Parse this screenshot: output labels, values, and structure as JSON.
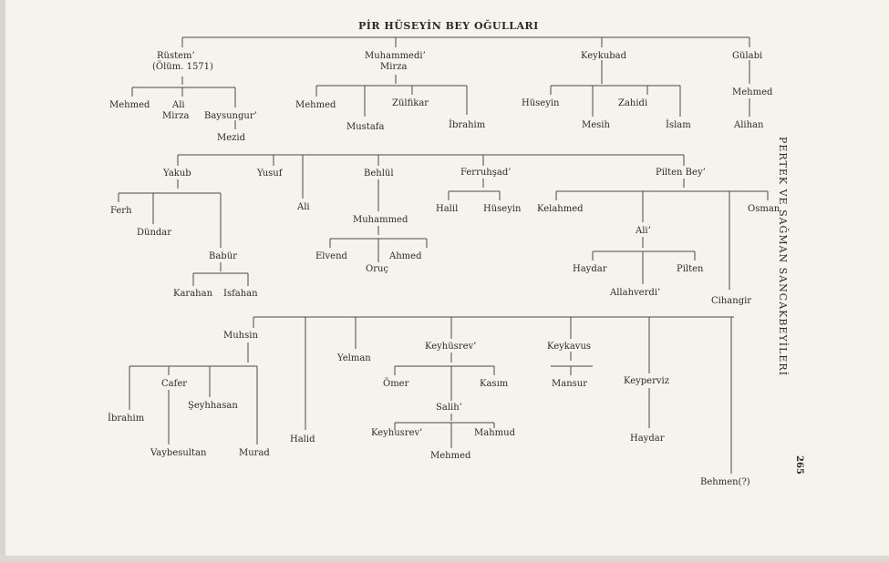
{
  "title": "PİR HÜSEYİN BEY OĞULLARI",
  "side_title": "PERTEK VE SAĞMAN SANCAKBEYİLERİ",
  "page_number": "265",
  "colors": {
    "paper": "#f6f3ec",
    "ink": "#2a2a2a",
    "line": "#4a4a4a"
  },
  "nodes": {
    "rustem": "Rüstem’",
    "rustem_note": "(Ölüm. 1571)",
    "muhammedi": "Muhammedi’",
    "muhammedi_mirza": "Mirza",
    "keykubad": "Keykubad",
    "gulabi": "Gülabi",
    "mehmed_r": "Mehmed",
    "ali_mirza_1": "Ali",
    "ali_mirza_2": "Mirza",
    "baysungur": "Baysungur’",
    "mezid": "Mezid",
    "mehmed_m": "Mehmed",
    "mustafa": "Mustafa",
    "zulfikar": "Zülfikar",
    "ibrahim_m": "İbrahim",
    "huseyin_k": "Hüseyin",
    "mesih": "Mesih",
    "zahidi": "Zahidi",
    "islam": "İslam",
    "mehmed_g": "Mehmed",
    "alihan": "Alihan",
    "yakub": "Yakub",
    "yusuf": "Yusuf",
    "ali_2": "Ali",
    "behlul": "Behlül",
    "ferruhsad": "Ferruhşad’",
    "pilten_bey": "Pilten Bey’",
    "ferh": "Ferh",
    "dundar": "Dündar",
    "babur": "Babür",
    "karahan": "Karahan",
    "isfahan": "Isfahan",
    "muhammed_b": "Muhammed",
    "elvend": "Elvend",
    "oruc": "Oruç",
    "ahmed": "Ahmed",
    "halil": "Halil",
    "huseyin_f": "Hüseyin",
    "kelahmed": "Kelahmed",
    "osman": "Osman",
    "ali_p": "Ali’",
    "haydar_p": "Haydar",
    "pilten": "Pilten",
    "allahverdi": "Allahverdi’",
    "cihangir": "Cihangir",
    "muhsin": "Muhsin",
    "halid": "Halid",
    "yelman": "Yelman",
    "keyhusrev_1": "Keyhüsrev’",
    "keykavus": "Keykavus",
    "cafer": "Cafer",
    "seyhhasan": "Şeyhhasan",
    "ibrahim_c": "İbrahim",
    "vaybesultan": "Vaybesultan",
    "murad": "Murad",
    "omer": "Ömer",
    "kasim": "Kasım",
    "salih": "Salih’",
    "keyhusrev_2": "Keyhusrev’",
    "mahmud": "Mahmud",
    "mehmed_s": "Mehmed",
    "mansur": "Mansur",
    "keyperviz": "Keyperviz",
    "haydar_k": "Haydar",
    "behmen": "Behmen(?)"
  }
}
